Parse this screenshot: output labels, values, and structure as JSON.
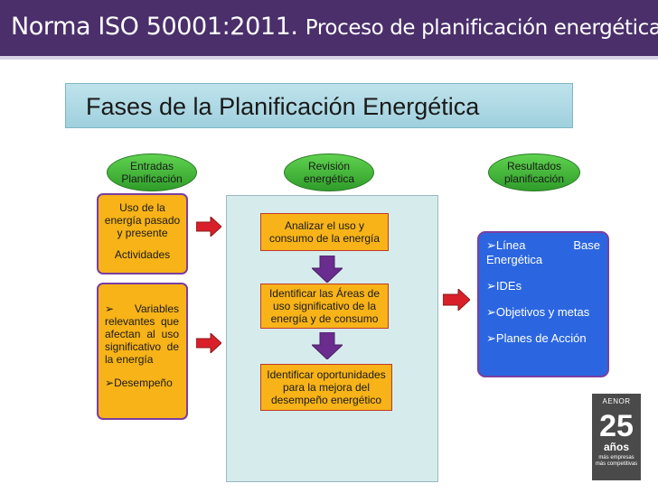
{
  "header": {
    "title_main": "Norma ISO 50001:2011.",
    "title_sub": "Proceso de planificación energética"
  },
  "subtitle": "Fases de la Planificación Energética",
  "columns": {
    "inputs": [
      "Entradas",
      "Planificación"
    ],
    "review": [
      "Revisión",
      "energética"
    ],
    "results": [
      "Resultados",
      "planificación"
    ]
  },
  "inputs_box_1": {
    "lines": [
      "Uso de la",
      "energía pasado",
      "y presente"
    ],
    "extra": "Actividades"
  },
  "inputs_box_2": {
    "bullet_1": "Variables relevantes que afectan al uso significativo de la energía",
    "bullet_2": "Desempeño"
  },
  "review_steps": [
    "Analizar el uso y consumo de la energía",
    "Identificar las Áreas de uso significativo de la energía y de consumo",
    "Identificar oportunidades para la mejora del desempeño energético"
  ],
  "results": {
    "item_1_a": "Línea",
    "item_1_b": "Base",
    "item_1_c": "Energética",
    "item_2": "IDEs",
    "item_3": "Objetivos y metas",
    "item_4": "Planes de Acción"
  },
  "bullet_glyph": "➢",
  "logo": {
    "brand": "AENOR",
    "number": "25",
    "word": "años",
    "tagline_1": "más empresas",
    "tagline_2": "más competitivas"
  },
  "colors": {
    "header_bg": "#4a2f6b",
    "pill_green": "#3cb035",
    "box_orange": "#f7b318",
    "results_blue": "#2b66e0",
    "arrow_red": "#d9202a",
    "arrow_purple": "#6a2c8e"
  }
}
